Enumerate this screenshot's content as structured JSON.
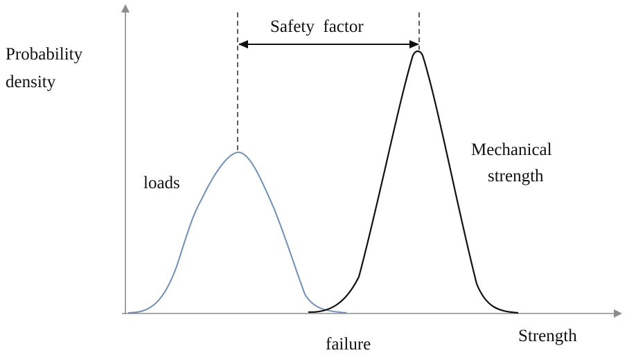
{
  "diagram": {
    "ylabel_line1": "Probability",
    "ylabel_line2": "density",
    "xlabel": "Strength",
    "safety_factor_label": "Safety  factor",
    "loads_label": "loads",
    "strength_label_line1": "Mechanical",
    "strength_label_line2": "strength",
    "failure_label": "failure",
    "colors": {
      "axis": "#8c8c8c",
      "loads_curve": "#6f8fb3",
      "strength_curve": "#111111",
      "text": "#111111"
    }
  }
}
